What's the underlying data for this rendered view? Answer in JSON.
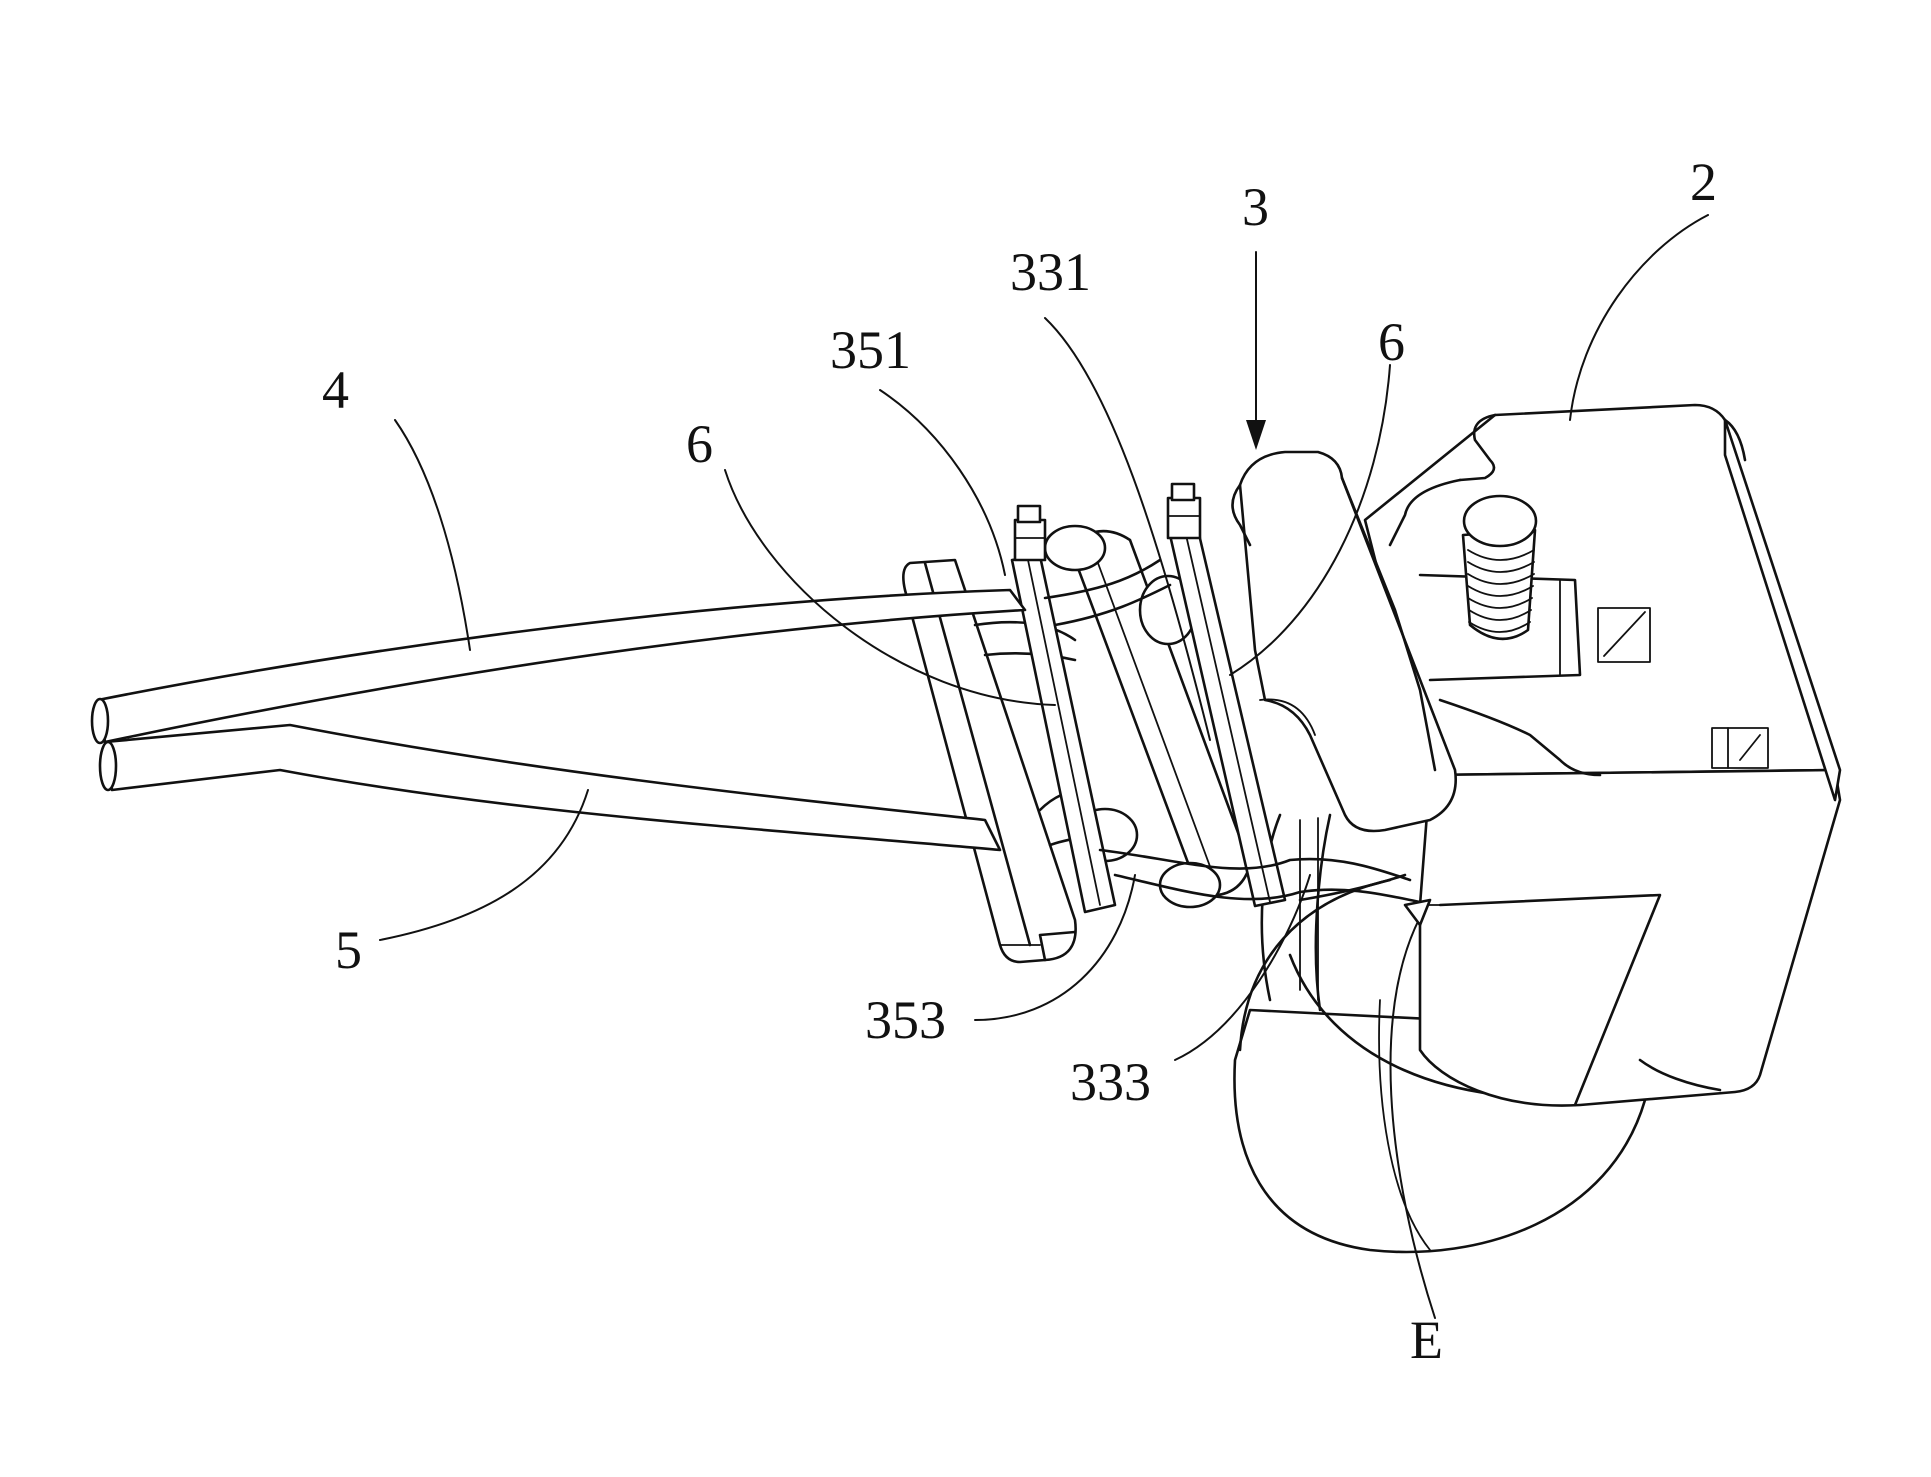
{
  "labels": {
    "n2": "2",
    "n3": "3",
    "n4": "4",
    "n5": "5",
    "n6a": "6",
    "n6b": "6",
    "n331": "331",
    "n333": "333",
    "n351": "351",
    "n353": "353",
    "nE": "E"
  },
  "colors": {
    "line": "#111111",
    "background": "#ffffff"
  }
}
